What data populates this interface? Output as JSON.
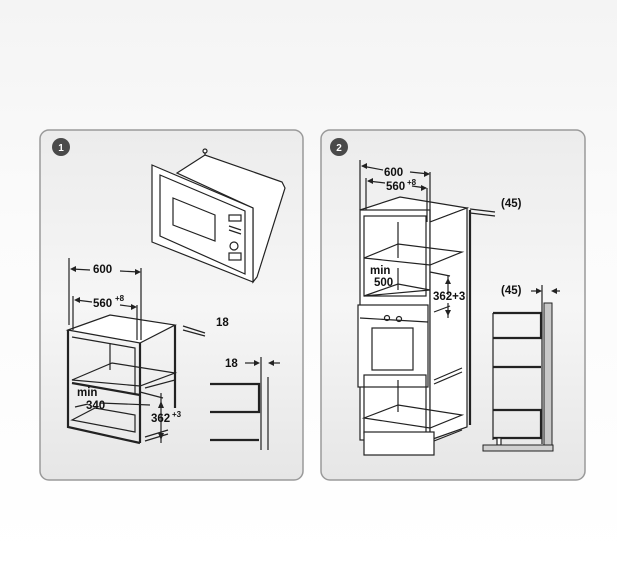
{
  "panels": [
    {
      "step": "1",
      "dimensions": {
        "total_width": "600",
        "niche_width": "560",
        "niche_width_tolerance": "+8",
        "panel_thickness": "18",
        "side_thickness": "18",
        "min_label": "min",
        "min_depth": "340",
        "niche_height": "362",
        "niche_height_tolerance": "+3"
      }
    },
    {
      "step": "2",
      "dimensions": {
        "total_width": "600",
        "niche_width": "560",
        "niche_width_tolerance": "+8",
        "back_gap": "(45)",
        "min_label": "min",
        "min_depth": "500",
        "niche_height": "362+3",
        "side_gap": "(45)"
      }
    }
  ],
  "colors": {
    "badge": "#4a4a4a",
    "panel_border": "#9a9a9a",
    "line": "#222222"
  }
}
